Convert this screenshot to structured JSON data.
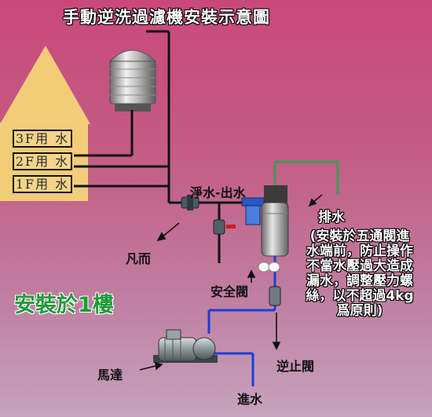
{
  "title": "手動逆洗過濾機安裝示意圖",
  "floors": [
    "3F用 水",
    "2F用 水",
    "1F用 水"
  ],
  "labels": {
    "clean_water_out": "淨水-出水",
    "drain": "排水",
    "fanshui": "凡而",
    "safety_valve": "安全閥",
    "check_valve": "逆止閥",
    "motor": "馬達",
    "water_in": "進水",
    "install_first_floor": "安裝於1樓"
  },
  "note_lines": [
    "(安裝於五通閥進",
    "水端前，防止操作",
    "不當水壓過大造成",
    "漏水，調整壓力螺",
    "絲，以不超過4kg",
    "爲原則)"
  ],
  "colors": {
    "background": "#c95a88",
    "pipe_black": "#111111",
    "pipe_blue": "#1a3fd6",
    "pipe_green": "#3f9a5a",
    "arrow": "#f3cc7a",
    "green_text": "#1e9b3a"
  }
}
